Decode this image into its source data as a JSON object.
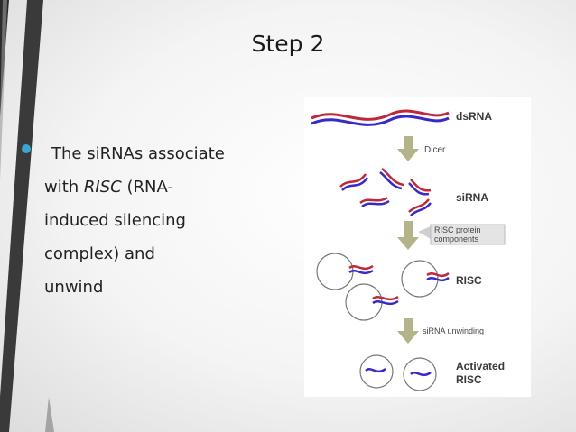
{
  "slide": {
    "title": "Step 2",
    "bullet": {
      "line1": "The siRNAs associate",
      "line2_pre": "with ",
      "line2_em": "RISC",
      "line2_post": "  (RNA-",
      "line3": "induced silencing",
      "line4": "complex) and",
      "line5": "unwind"
    }
  },
  "figure": {
    "labels": {
      "dsrna": "dsRNA",
      "dicer": "Dicer",
      "sirna": "siRNA",
      "risc_protein_1": "RISC protein",
      "risc_protein_2": "components",
      "risc": "RISC",
      "unwinding": "siRNA unwinding",
      "activated_1": "Activated",
      "activated_2": "RISC"
    },
    "colors": {
      "strand_red": "#c0283a",
      "strand_blue": "#3a28c8",
      "arrow": "#a8a878",
      "bullet": "#3aa6d6"
    }
  }
}
